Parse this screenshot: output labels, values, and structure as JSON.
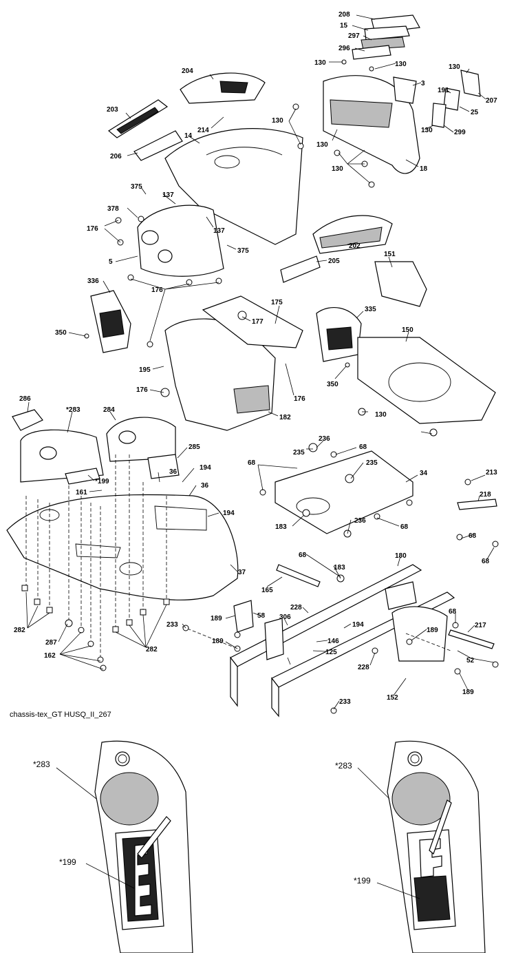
{
  "caption": "chassis-tex_GT HUSQ_II_267",
  "callouts": [
    "208",
    "15",
    "297",
    "296",
    "130",
    "130",
    "3",
    "130",
    "207",
    "191",
    "25",
    "299",
    "130",
    "204",
    "203",
    "214",
    "14",
    "206",
    "130",
    "130",
    "130",
    "18",
    "375",
    "137",
    "378",
    "176",
    "137",
    "375",
    "5",
    "202",
    "205",
    "151",
    "336",
    "176",
    "177",
    "175",
    "335",
    "350",
    "150",
    "195",
    "176",
    "176",
    "350",
    "182",
    "130",
    "286",
    "*283",
    "284",
    "285",
    "*199",
    "36",
    "194",
    "161",
    "36",
    "194",
    "235",
    "236",
    "68",
    "68",
    "235",
    "34",
    "183",
    "236",
    "68",
    "68",
    "183",
    "213",
    "218",
    "68",
    "68",
    "37",
    "180",
    "165",
    "282",
    "287",
    "162",
    "282",
    "228",
    "189",
    "58",
    "306",
    "194",
    "146",
    "125",
    "189",
    "228",
    "233",
    "189",
    "152",
    "217",
    "68",
    "52",
    "189",
    "233",
    "*283",
    "*199",
    "*283",
    "*199"
  ],
  "icons": [
    "bolt-icon",
    "panel-icon",
    "grille-icon",
    "frame-icon"
  ]
}
